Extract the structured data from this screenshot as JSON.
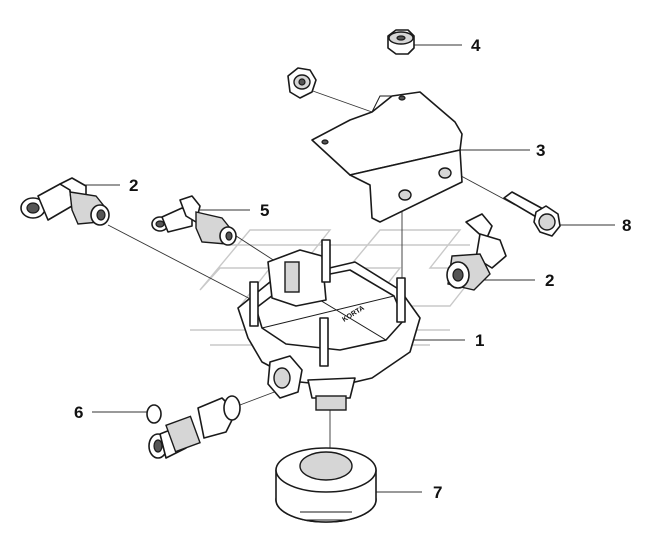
{
  "callouts": [
    {
      "id": "1",
      "label": "1"
    },
    {
      "id": "2a",
      "label": "2"
    },
    {
      "id": "2b",
      "label": "2"
    },
    {
      "id": "3",
      "label": "3"
    },
    {
      "id": "4",
      "label": "4"
    },
    {
      "id": "5",
      "label": "5"
    },
    {
      "id": "6",
      "label": "6"
    },
    {
      "id": "7",
      "label": "7"
    },
    {
      "id": "8",
      "label": "8"
    }
  ],
  "valve_marking": "KORTA"
}
